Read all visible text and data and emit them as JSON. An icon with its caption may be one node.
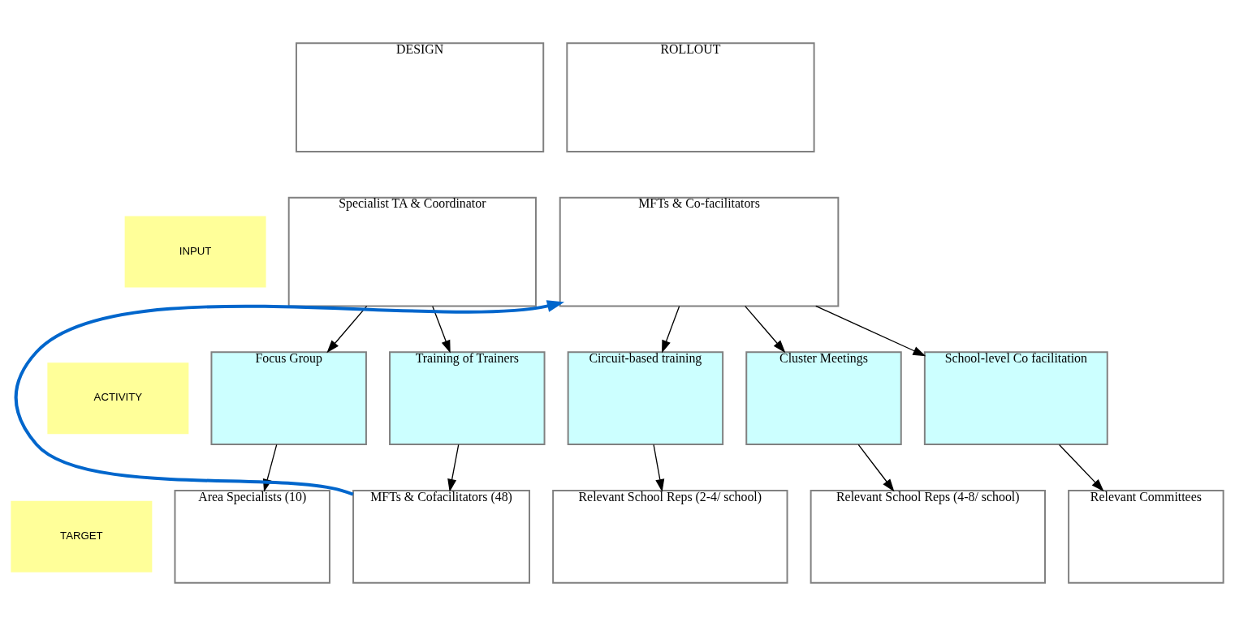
{
  "diagram": {
    "nodes": [
      {
        "text": [
          "DESIGN"
        ]
      },
      {
        "text": [
          "ROLLOUT"
        ]
      },
      {
        "text": [
          "INPUT"
        ]
      },
      {
        "text": [
          "Specialist TA & Coordinator"
        ]
      },
      {
        "text": [
          "MFTs & Co-facilitators"
        ]
      },
      {
        "text": [
          "ACTIVITY"
        ]
      },
      {
        "text": [
          "Focus Group"
        ]
      },
      {
        "text": [
          "Training of Trainers"
        ]
      },
      {
        "text": [
          "Circuit-based training"
        ]
      },
      {
        "text": [
          "Cluster Meetings"
        ]
      },
      {
        "text": [
          "School-level Co facilitation"
        ]
      },
      {
        "text": [
          "TARGET"
        ]
      },
      {
        "text": [
          "Area Specialists (10)"
        ]
      },
      {
        "text": [
          "MFTs & Cofacilitators (48)"
        ]
      },
      {
        "text": [
          "Relevant School Reps (2-4/ school)"
        ]
      },
      {
        "text": [
          "Relevant School Reps (4-8/ school)"
        ]
      },
      {
        "text": [
          "Relevant Committees"
        ]
      }
    ],
    "edges": [
      {
        "from": 3,
        "to": 6,
        "arrow": "to"
      },
      {
        "from": 3,
        "to": 7,
        "arrow": "to"
      },
      {
        "from": 4,
        "to": 8,
        "arrow": "to"
      },
      {
        "from": 4,
        "to": 9,
        "arrow": "to"
      },
      {
        "from": 4,
        "to": 10,
        "arrow": "to"
      },
      {
        "from": 6,
        "to": 12,
        "arrow": "to"
      },
      {
        "from": 7,
        "to": 13,
        "arrow": "to"
      },
      {
        "from": 8,
        "to": 14,
        "arrow": "to"
      },
      {
        "from": 9,
        "to": 15,
        "arrow": "to"
      },
      {
        "from": 10,
        "to": 16,
        "arrow": "to"
      },
      {
        "from": 13,
        "to": 4,
        "arrow": "to",
        "style": "thick",
        "color": "#0066cc"
      }
    ]
  }
}
